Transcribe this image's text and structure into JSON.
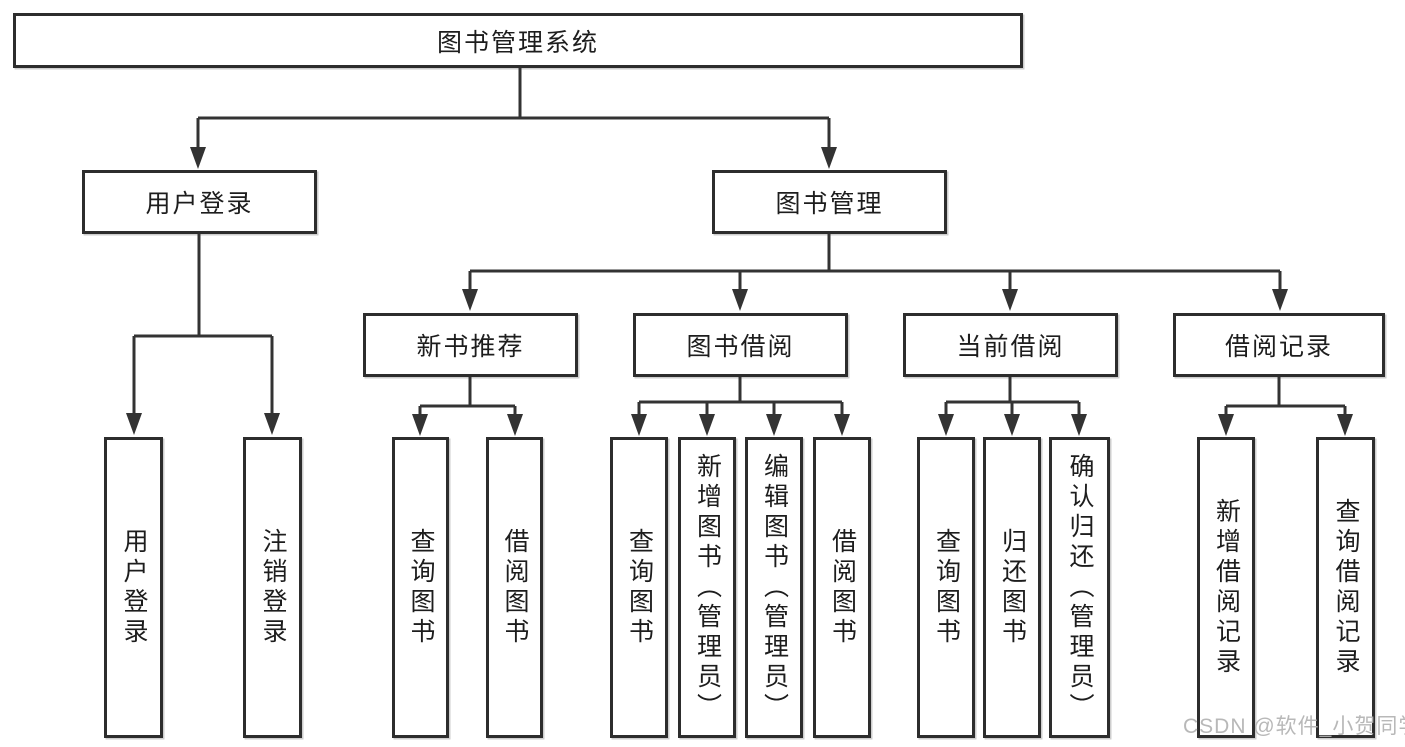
{
  "diagram": {
    "title": "图书管理系统",
    "root": {
      "label": "图书管理系统"
    },
    "level2": [
      {
        "id": "user-login",
        "label": "用户登录"
      },
      {
        "id": "book-management",
        "label": "图书管理"
      }
    ],
    "level3": [
      {
        "id": "new-book-recommend",
        "label": "新书推荐",
        "parent": "图书管理"
      },
      {
        "id": "book-borrowing",
        "label": "图书借阅",
        "parent": "图书管理"
      },
      {
        "id": "current-borrowing",
        "label": "当前借阅",
        "parent": "图书管理"
      },
      {
        "id": "borrowing-records",
        "label": "借阅记录",
        "parent": "图书管理"
      }
    ],
    "leaves": [
      {
        "label": "用户登录",
        "parent": "用户登录"
      },
      {
        "label": "注销登录",
        "parent": "用户登录"
      },
      {
        "label": "查询图书",
        "parent": "新书推荐"
      },
      {
        "label": "借阅图书",
        "parent": "新书推荐"
      },
      {
        "label": "查询图书",
        "parent": "图书借阅"
      },
      {
        "label": "新增图书（管理员）",
        "parent": "图书借阅"
      },
      {
        "label": "编辑图书（管理员）",
        "parent": "图书借阅"
      },
      {
        "label": "借阅图书",
        "parent": "图书借阅"
      },
      {
        "label": "查询图书",
        "parent": "当前借阅"
      },
      {
        "label": "归还图书",
        "parent": "当前借阅"
      },
      {
        "label": "确认归还（管理员）",
        "parent": "当前借阅"
      },
      {
        "label": "新增借阅记录",
        "parent": "借阅记录"
      },
      {
        "label": "查询借阅记录",
        "parent": "借阅记录"
      }
    ]
  },
  "watermark": {
    "text": "CSDN @软件_小贺同学"
  },
  "colors": {
    "line": "#333333",
    "box_border": "#2d2d2d",
    "text": "#1d1d1d",
    "background": "#ffffff",
    "watermark": "#b2b2b2"
  }
}
